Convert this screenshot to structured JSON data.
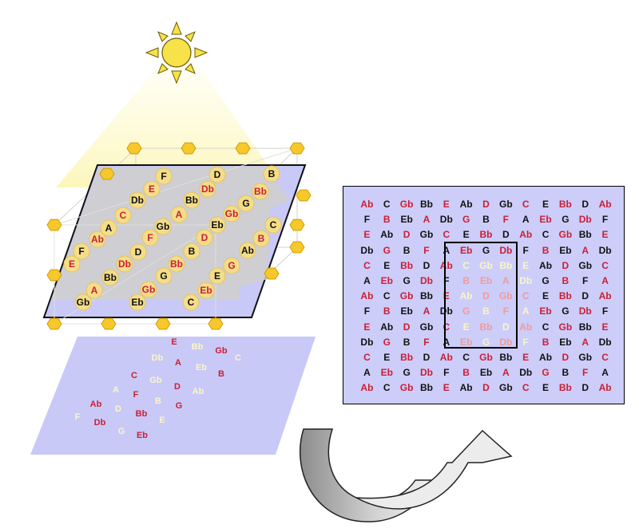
{
  "colors": {
    "red": "#cc1e35",
    "black": "#111111",
    "cream": "#fbf5c8",
    "plane_blue": "#c8c9f7",
    "sun": "#f7e24a",
    "node": "#f6c82c",
    "ball": "#f4dd8a"
  },
  "lattice_notes": [
    {
      "text": "F",
      "color": "black"
    },
    {
      "text": "D",
      "color": "black"
    },
    {
      "text": "B",
      "color": "black"
    },
    {
      "text": "E",
      "color": "red"
    },
    {
      "text": "Db",
      "color": "red"
    },
    {
      "text": "Bb",
      "color": "red"
    },
    {
      "text": "Db",
      "color": "black"
    },
    {
      "text": "Bb",
      "color": "black"
    },
    {
      "text": "G",
      "color": "black"
    },
    {
      "text": "C",
      "color": "red"
    },
    {
      "text": "A",
      "color": "red"
    },
    {
      "text": "Gb",
      "color": "red"
    },
    {
      "text": "A",
      "color": "black"
    },
    {
      "text": "Gb",
      "color": "black"
    },
    {
      "text": "Eb",
      "color": "black"
    },
    {
      "text": "C",
      "color": "black"
    },
    {
      "text": "Ab",
      "color": "red"
    },
    {
      "text": "F",
      "color": "red"
    },
    {
      "text": "D",
      "color": "red"
    },
    {
      "text": "B",
      "color": "red"
    },
    {
      "text": "F",
      "color": "black"
    },
    {
      "text": "D",
      "color": "black"
    },
    {
      "text": "B",
      "color": "black"
    },
    {
      "text": "Ab",
      "color": "black"
    },
    {
      "text": "E",
      "color": "red"
    },
    {
      "text": "Db",
      "color": "red"
    },
    {
      "text": "Bb",
      "color": "red"
    },
    {
      "text": "G",
      "color": "red"
    },
    {
      "text": "Bb",
      "color": "black"
    },
    {
      "text": "G",
      "color": "black"
    },
    {
      "text": "E",
      "color": "black"
    },
    {
      "text": "A",
      "color": "red"
    },
    {
      "text": "Gb",
      "color": "red"
    },
    {
      "text": "Eb",
      "color": "red"
    },
    {
      "text": "Gb",
      "color": "black"
    },
    {
      "text": "Eb",
      "color": "black"
    },
    {
      "text": "C",
      "color": "black"
    }
  ],
  "shadow_notes": [
    {
      "text": "E",
      "color": "red"
    },
    {
      "text": "Bb",
      "color": "cream"
    },
    {
      "text": "Gb",
      "color": "red"
    },
    {
      "text": "Db",
      "color": "cream"
    },
    {
      "text": "A",
      "color": "red"
    },
    {
      "text": "Eb",
      "color": "cream"
    },
    {
      "text": "C",
      "color": "cream"
    },
    {
      "text": "B",
      "color": "red"
    },
    {
      "text": "C",
      "color": "red"
    },
    {
      "text": "Gb",
      "color": "cream"
    },
    {
      "text": "A",
      "color": "cream"
    },
    {
      "text": "F",
      "color": "red"
    },
    {
      "text": "D",
      "color": "red"
    },
    {
      "text": "Ab",
      "color": "cream"
    },
    {
      "text": "Ab",
      "color": "red"
    },
    {
      "text": "B",
      "color": "cream"
    },
    {
      "text": "D",
      "color": "cream"
    },
    {
      "text": "F",
      "color": "cream"
    },
    {
      "text": "Bb",
      "color": "red"
    },
    {
      "text": "G",
      "color": "red"
    },
    {
      "text": "Db",
      "color": "red"
    },
    {
      "text": "E",
      "color": "cream"
    },
    {
      "text": "G",
      "color": "cream"
    },
    {
      "text": "Eb",
      "color": "red"
    }
  ],
  "note_grid": [
    [
      [
        "Ab",
        "r"
      ],
      [
        "C",
        "k"
      ],
      [
        "Gb",
        "r"
      ],
      [
        "Bb",
        "k"
      ],
      [
        "E",
        "r"
      ],
      [
        "Ab",
        "k"
      ],
      [
        "D",
        "r"
      ],
      [
        "Gb",
        "k"
      ],
      [
        "C",
        "r"
      ],
      [
        "E",
        "k"
      ],
      [
        "Bb",
        "r"
      ],
      [
        "D",
        "k"
      ],
      [
        "Ab",
        "r"
      ]
    ],
    [
      [
        "F",
        "k"
      ],
      [
        "B",
        "r"
      ],
      [
        "Eb",
        "k"
      ],
      [
        "A",
        "r"
      ],
      [
        "Db",
        "k"
      ],
      [
        "G",
        "r"
      ],
      [
        "B",
        "k"
      ],
      [
        "F",
        "r"
      ],
      [
        "A",
        "k"
      ],
      [
        "Eb",
        "r"
      ],
      [
        "G",
        "k"
      ],
      [
        "Db",
        "r"
      ],
      [
        "F",
        "k"
      ]
    ],
    [
      [
        "E",
        "r"
      ],
      [
        "Ab",
        "k"
      ],
      [
        "D",
        "r"
      ],
      [
        "Gb",
        "k"
      ],
      [
        "C",
        "r"
      ],
      [
        "E",
        "k"
      ],
      [
        "Bb",
        "r"
      ],
      [
        "D",
        "k"
      ],
      [
        "Ab",
        "r"
      ],
      [
        "C",
        "k"
      ],
      [
        "Gb",
        "r"
      ],
      [
        "Bb",
        "k"
      ],
      [
        "E",
        "r"
      ]
    ],
    [
      [
        "Db",
        "k"
      ],
      [
        "G",
        "r"
      ],
      [
        "B",
        "k"
      ],
      [
        "F",
        "r"
      ],
      [
        "A",
        "k"
      ],
      [
        "Eb",
        "r"
      ],
      [
        "G",
        "k"
      ],
      [
        "Db",
        "r"
      ],
      [
        "F",
        "k"
      ],
      [
        "B",
        "r"
      ],
      [
        "Eb",
        "k"
      ],
      [
        "A",
        "r"
      ],
      [
        "Db",
        "k"
      ]
    ],
    [
      [
        "C",
        "r"
      ],
      [
        "E",
        "k"
      ],
      [
        "Bb",
        "r"
      ],
      [
        "D",
        "k"
      ],
      [
        "Ab",
        "r"
      ],
      [
        "C",
        "c"
      ],
      [
        "Gb",
        "c"
      ],
      [
        "Bb",
        "c"
      ],
      [
        "E",
        "c"
      ],
      [
        "Ab",
        "k"
      ],
      [
        "D",
        "r"
      ],
      [
        "Gb",
        "k"
      ],
      [
        "C",
        "r"
      ]
    ],
    [
      [
        "A",
        "k"
      ],
      [
        "Eb",
        "r"
      ],
      [
        "G",
        "k"
      ],
      [
        "Db",
        "r"
      ],
      [
        "F",
        "k"
      ],
      [
        "B",
        "p"
      ],
      [
        "Eb",
        "p"
      ],
      [
        "A",
        "p"
      ],
      [
        "Db",
        "c"
      ],
      [
        "G",
        "k"
      ],
      [
        "B",
        "r"
      ],
      [
        "F",
        "k"
      ],
      [
        "A",
        "r"
      ]
    ],
    [
      [
        "Ab",
        "r"
      ],
      [
        "C",
        "k"
      ],
      [
        "Gb",
        "r"
      ],
      [
        "Bb",
        "k"
      ],
      [
        "E",
        "r"
      ],
      [
        "Ab",
        "c"
      ],
      [
        "D",
        "p"
      ],
      [
        "Gb",
        "p"
      ],
      [
        "C",
        "p"
      ],
      [
        "E",
        "k"
      ],
      [
        "Bb",
        "r"
      ],
      [
        "D",
        "k"
      ],
      [
        "Ab",
        "r"
      ]
    ],
    [
      [
        "F",
        "k"
      ],
      [
        "B",
        "r"
      ],
      [
        "Eb",
        "k"
      ],
      [
        "A",
        "r"
      ],
      [
        "Db",
        "k"
      ],
      [
        "G",
        "p"
      ],
      [
        "B",
        "c"
      ],
      [
        "F",
        "p"
      ],
      [
        "A",
        "c"
      ],
      [
        "Eb",
        "r"
      ],
      [
        "G",
        "k"
      ],
      [
        "Db",
        "r"
      ],
      [
        "F",
        "k"
      ]
    ],
    [
      [
        "E",
        "r"
      ],
      [
        "Ab",
        "k"
      ],
      [
        "D",
        "r"
      ],
      [
        "Gb",
        "k"
      ],
      [
        "C",
        "r"
      ],
      [
        "E",
        "c"
      ],
      [
        "Bb",
        "p"
      ],
      [
        "D",
        "c"
      ],
      [
        "Ab",
        "p"
      ],
      [
        "C",
        "k"
      ],
      [
        "Gb",
        "r"
      ],
      [
        "Bb",
        "k"
      ],
      [
        "E",
        "r"
      ]
    ],
    [
      [
        "Db",
        "k"
      ],
      [
        "G",
        "r"
      ],
      [
        "B",
        "k"
      ],
      [
        "F",
        "r"
      ],
      [
        "A",
        "k"
      ],
      [
        "Eb",
        "p"
      ],
      [
        "G",
        "c"
      ],
      [
        "Db",
        "p"
      ],
      [
        "F",
        "c"
      ],
      [
        "B",
        "r"
      ],
      [
        "Eb",
        "k"
      ],
      [
        "A",
        "r"
      ],
      [
        "Db",
        "k"
      ]
    ],
    [
      [
        "C",
        "r"
      ],
      [
        "E",
        "k"
      ],
      [
        "Bb",
        "r"
      ],
      [
        "D",
        "k"
      ],
      [
        "Ab",
        "r"
      ],
      [
        "C",
        "k"
      ],
      [
        "Gb",
        "r"
      ],
      [
        "Bb",
        "k"
      ],
      [
        "E",
        "r"
      ],
      [
        "Ab",
        "k"
      ],
      [
        "D",
        "r"
      ],
      [
        "Gb",
        "k"
      ],
      [
        "C",
        "r"
      ]
    ],
    [
      [
        "A",
        "k"
      ],
      [
        "Eb",
        "r"
      ],
      [
        "G",
        "k"
      ],
      [
        "Db",
        "r"
      ],
      [
        "F",
        "k"
      ],
      [
        "B",
        "r"
      ],
      [
        "Eb",
        "k"
      ],
      [
        "A",
        "r"
      ],
      [
        "Db",
        "k"
      ],
      [
        "G",
        "r"
      ],
      [
        "B",
        "k"
      ],
      [
        "F",
        "r"
      ],
      [
        "A",
        "k"
      ]
    ],
    [
      [
        "Ab",
        "r"
      ],
      [
        "C",
        "k"
      ],
      [
        "Gb",
        "r"
      ],
      [
        "Bb",
        "k"
      ],
      [
        "E",
        "r"
      ],
      [
        "Ab",
        "k"
      ],
      [
        "D",
        "r"
      ],
      [
        "Gb",
        "k"
      ],
      [
        "C",
        "r"
      ],
      [
        "E",
        "k"
      ],
      [
        "Bb",
        "r"
      ],
      [
        "D",
        "k"
      ],
      [
        "Ab",
        "r"
      ]
    ]
  ]
}
